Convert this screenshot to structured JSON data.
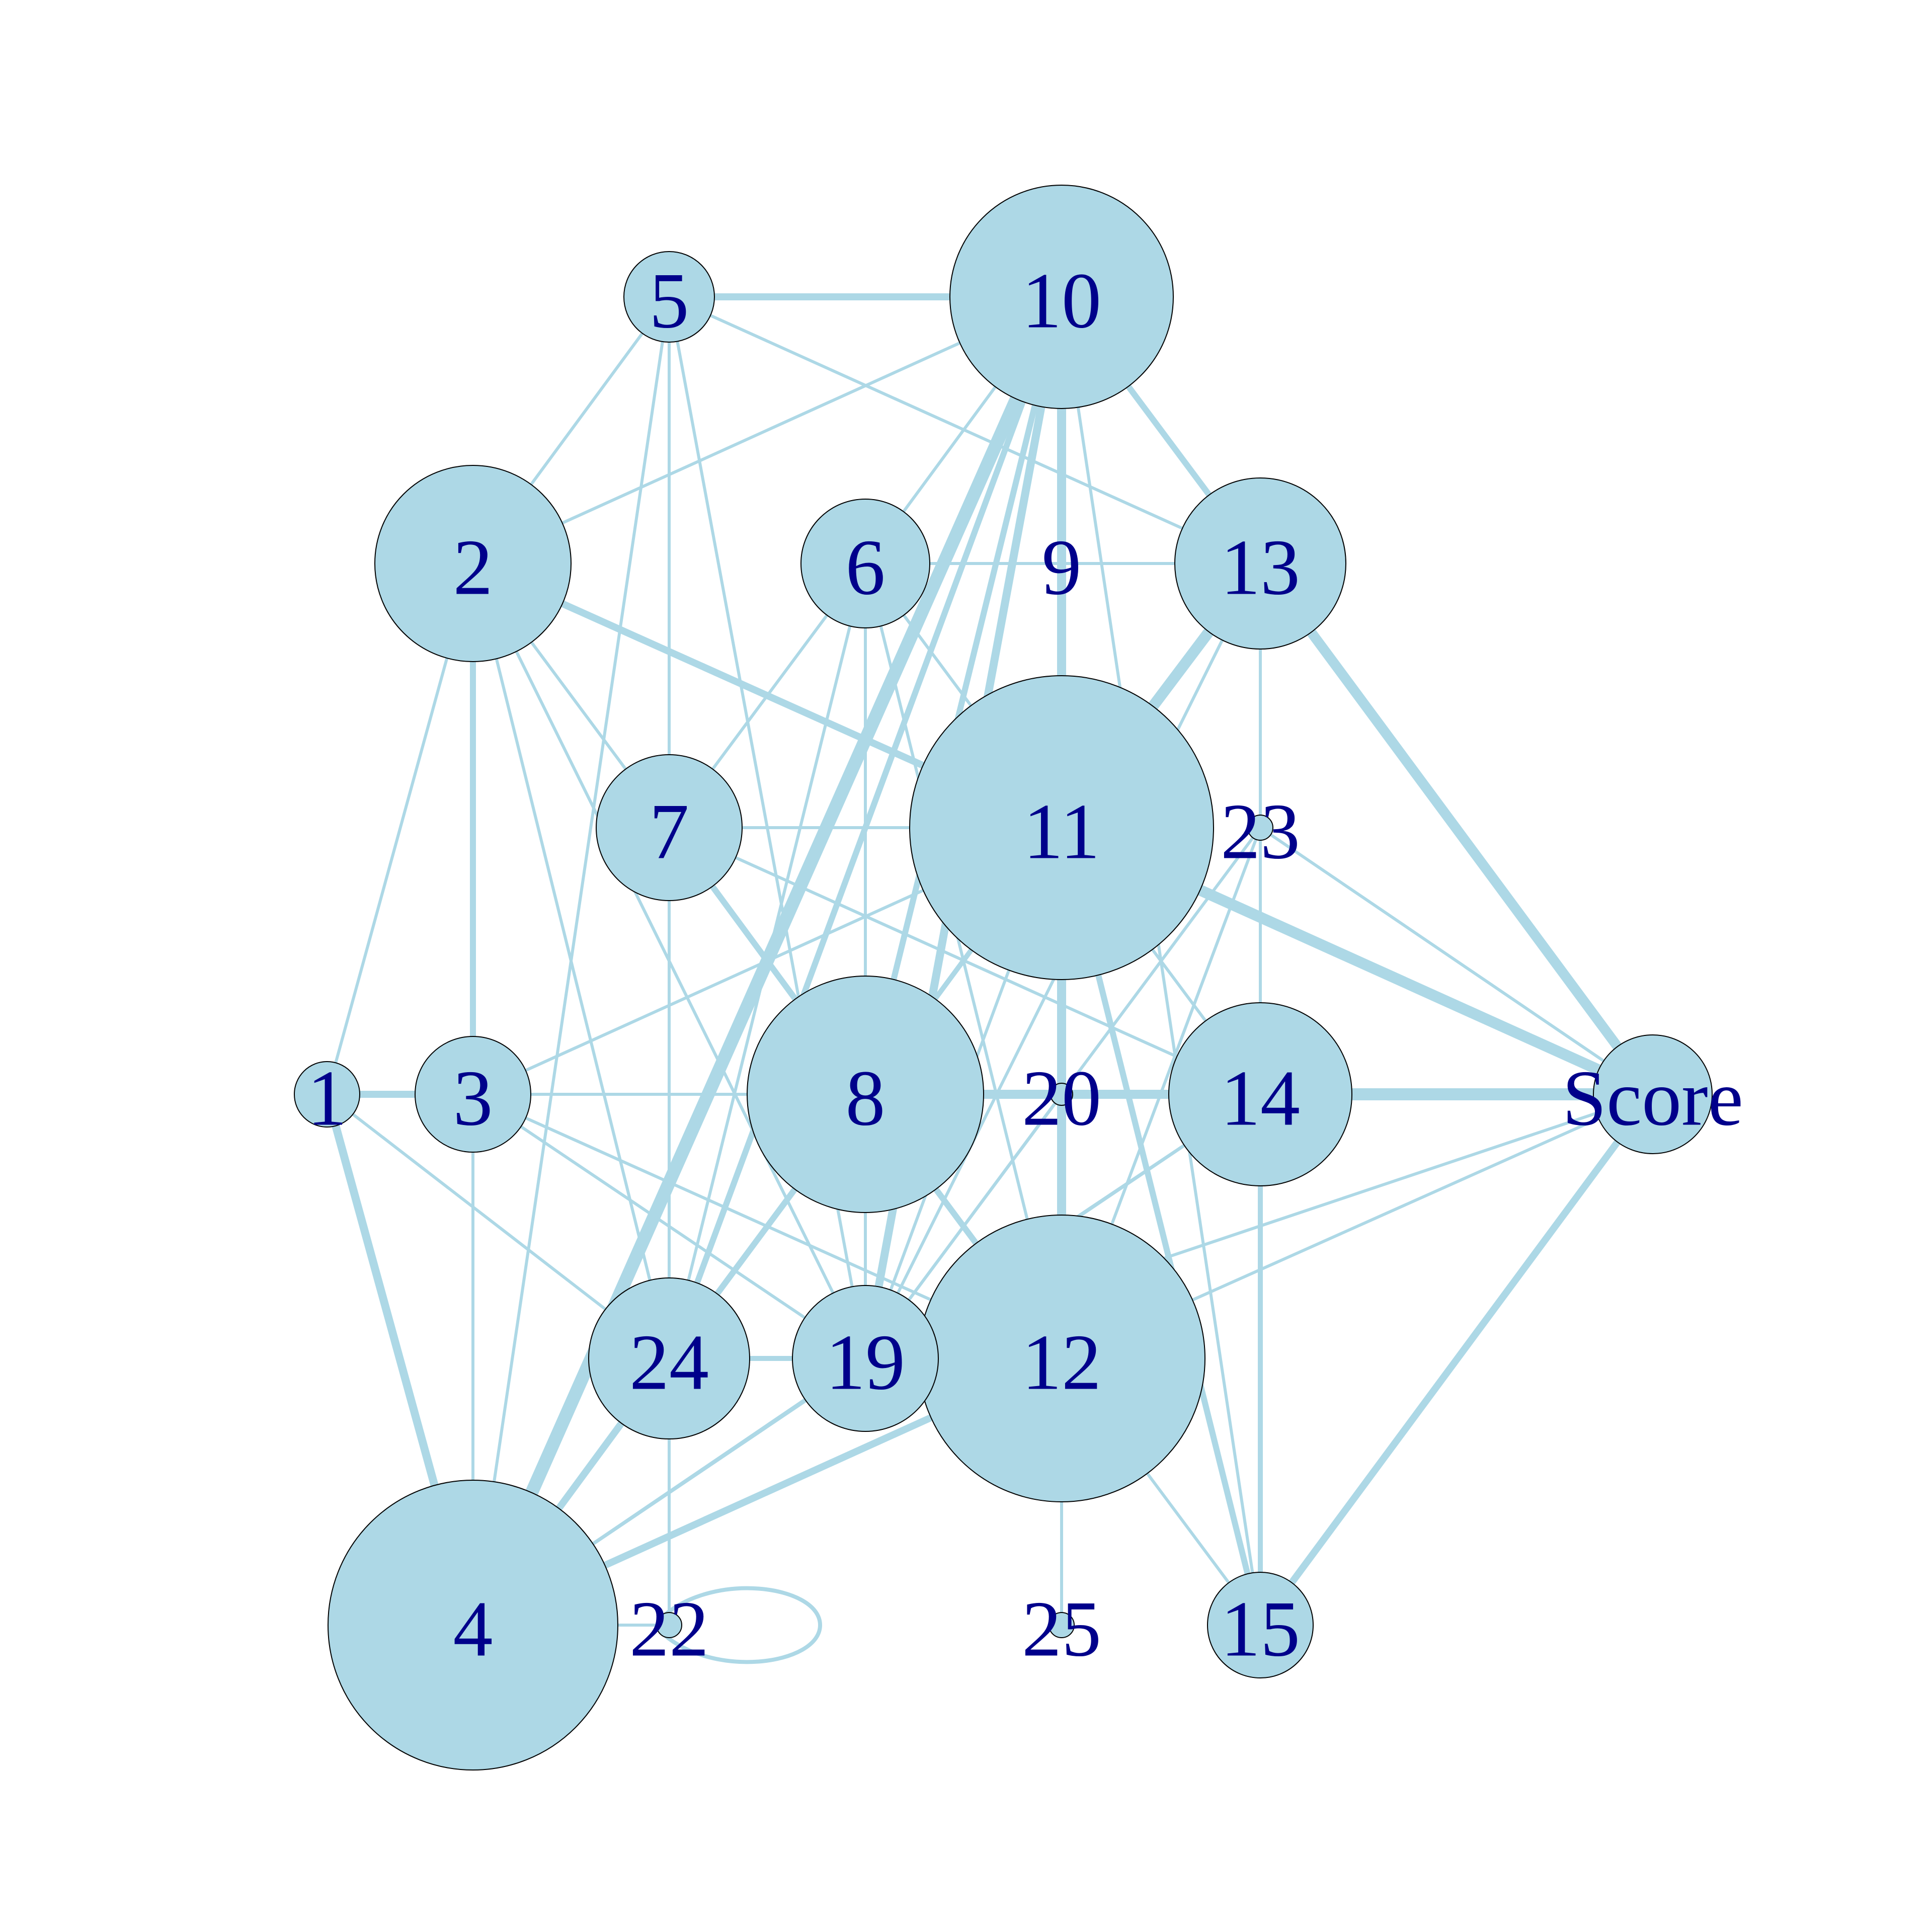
{
  "colors": {
    "node_fill": "#add8e6",
    "edge": "#add8e6",
    "label": "#00008b",
    "node_border": "#000000",
    "background": "#ffffff"
  },
  "nodes": [
    {
      "id": "1",
      "label": "1"
    },
    {
      "id": "2",
      "label": "2"
    },
    {
      "id": "3",
      "label": "3"
    },
    {
      "id": "4",
      "label": "4"
    },
    {
      "id": "5",
      "label": "5"
    },
    {
      "id": "6",
      "label": "6"
    },
    {
      "id": "7",
      "label": "7"
    },
    {
      "id": "8",
      "label": "8"
    },
    {
      "id": "9",
      "label": "9"
    },
    {
      "id": "10",
      "label": "10"
    },
    {
      "id": "11",
      "label": "11"
    },
    {
      "id": "12",
      "label": "12"
    },
    {
      "id": "13",
      "label": "13"
    },
    {
      "id": "14",
      "label": "14"
    },
    {
      "id": "15",
      "label": "15"
    },
    {
      "id": "19",
      "label": "19"
    },
    {
      "id": "20",
      "label": "20"
    },
    {
      "id": "22",
      "label": "22"
    },
    {
      "id": "23",
      "label": "23"
    },
    {
      "id": "24",
      "label": "24"
    },
    {
      "id": "25",
      "label": "25"
    },
    {
      "id": "Score",
      "label": "Score"
    }
  ],
  "edges": [
    [
      "5",
      "10"
    ],
    [
      "5",
      "2"
    ],
    [
      "5",
      "7"
    ],
    [
      "5",
      "4"
    ],
    [
      "5",
      "13"
    ],
    [
      "5",
      "19"
    ],
    [
      "10",
      "2"
    ],
    [
      "10",
      "4"
    ],
    [
      "10",
      "6"
    ],
    [
      "10",
      "13"
    ],
    [
      "10",
      "11"
    ],
    [
      "10",
      "8"
    ],
    [
      "10",
      "19"
    ],
    [
      "10",
      "24"
    ],
    [
      "10",
      "12"
    ],
    [
      "10",
      "15"
    ],
    [
      "2",
      "1"
    ],
    [
      "2",
      "3"
    ],
    [
      "2",
      "11"
    ],
    [
      "2",
      "7"
    ],
    [
      "2",
      "24"
    ],
    [
      "2",
      "19"
    ],
    [
      "2",
      "4"
    ],
    [
      "6",
      "9"
    ],
    [
      "6",
      "8"
    ],
    [
      "6",
      "7"
    ],
    [
      "6",
      "12"
    ],
    [
      "6",
      "19"
    ],
    [
      "6",
      "24"
    ],
    [
      "6",
      "11"
    ],
    [
      "9",
      "13"
    ],
    [
      "13",
      "11"
    ],
    [
      "13",
      "Score"
    ],
    [
      "13",
      "23"
    ],
    [
      "13",
      "14"
    ],
    [
      "13",
      "19"
    ],
    [
      "7",
      "11"
    ],
    [
      "7",
      "8"
    ],
    [
      "7",
      "14"
    ],
    [
      "7",
      "24"
    ],
    [
      "7",
      "12"
    ],
    [
      "11",
      "4"
    ],
    [
      "11",
      "12"
    ],
    [
      "11",
      "Score"
    ],
    [
      "11",
      "14"
    ],
    [
      "11",
      "19"
    ],
    [
      "11",
      "15"
    ],
    [
      "11",
      "3"
    ],
    [
      "11",
      "8"
    ],
    [
      "11",
      "24"
    ],
    [
      "23",
      "Score"
    ],
    [
      "23",
      "19"
    ],
    [
      "23",
      "12"
    ],
    [
      "1",
      "3"
    ],
    [
      "1",
      "4"
    ],
    [
      "1",
      "24"
    ],
    [
      "3",
      "4"
    ],
    [
      "3",
      "8"
    ],
    [
      "3",
      "19"
    ],
    [
      "3",
      "12"
    ],
    [
      "8",
      "14"
    ],
    [
      "8",
      "12"
    ],
    [
      "8",
      "24"
    ],
    [
      "8",
      "19"
    ],
    [
      "8",
      "4"
    ],
    [
      "14",
      "Score"
    ],
    [
      "14",
      "15"
    ],
    [
      "14",
      "4"
    ],
    [
      "14",
      "19"
    ],
    [
      "Score",
      "15"
    ],
    [
      "Score",
      "19"
    ],
    [
      "Score",
      "12"
    ],
    [
      "24",
      "19"
    ],
    [
      "24",
      "22"
    ],
    [
      "24",
      "4"
    ],
    [
      "19",
      "4"
    ],
    [
      "12",
      "4"
    ],
    [
      "12",
      "25"
    ],
    [
      "12",
      "15"
    ],
    [
      "20",
      "19"
    ],
    [
      "4",
      "22"
    ]
  ]
}
